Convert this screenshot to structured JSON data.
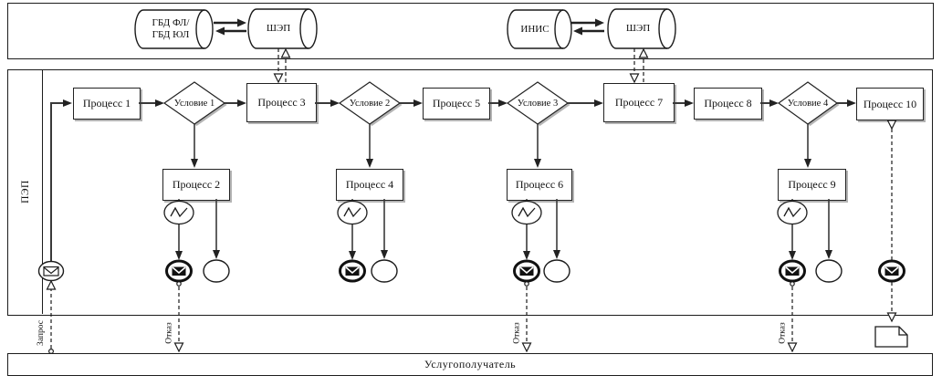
{
  "diagram": {
    "external_systems": {
      "gbd_line1": "ГБД ФЛ/",
      "gbd_line2": "ГБД ЮЛ",
      "shep_left": "ШЭП",
      "inis": "ИНИС",
      "shep_right": "ШЭП"
    },
    "lane": {
      "label": "ПЭП"
    },
    "processes": {
      "p1": "Процесс 1",
      "p2": "Процесс 2",
      "p3": "Процесс 3",
      "p4": "Процесс 4",
      "p5": "Процесс 5",
      "p6": "Процесс 6",
      "p7": "Процесс 7",
      "p8": "Процесс 8",
      "p9": "Процесс 9",
      "p10": "Процесс 10"
    },
    "conditions": {
      "c1": "Условие 1",
      "c2": "Условие 2",
      "c3": "Условие 3",
      "c4": "Условие 4"
    },
    "flow_labels": {
      "request": "Запрос",
      "refusal": "Отказ"
    },
    "recipient": {
      "label": "Услугополучатель"
    },
    "icons": {
      "message_start": "envelope-outline-icon",
      "message_end": "envelope-filled-icon",
      "end_event": "circle-icon",
      "interrupt_event": "zigzag-icon",
      "result_document": "document-icon"
    },
    "colors": {
      "line": "#1c1c1c",
      "flow_arrow": "#3a3a3a",
      "shadow": "#b4b4b4",
      "background": "#ffffff"
    }
  }
}
